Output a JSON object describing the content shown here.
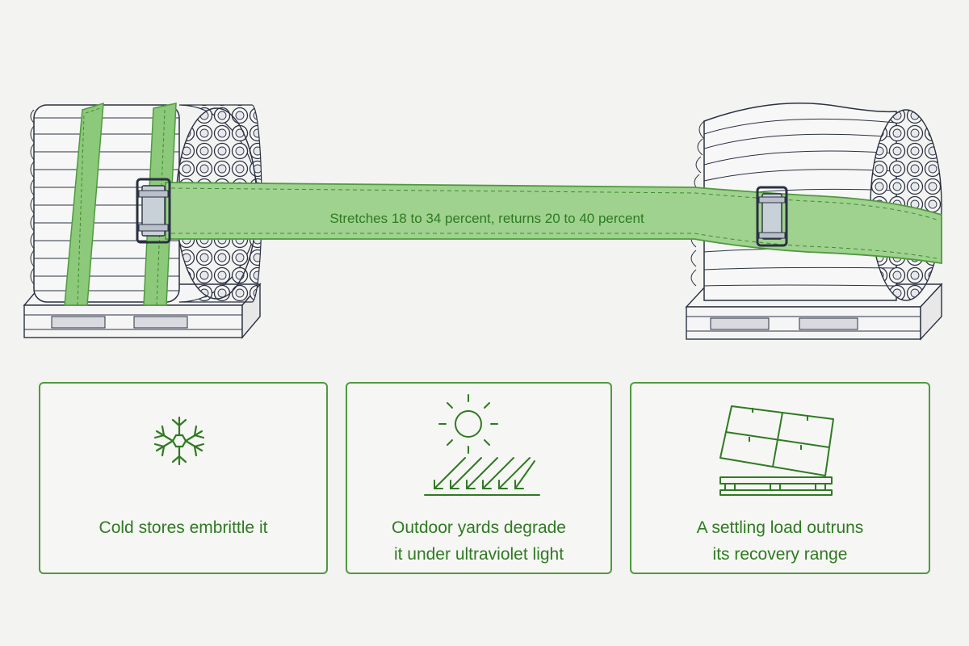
{
  "strap": {
    "label": "Stretches 18 to 34 percent, returns 20 to 40 percent",
    "color": "#8cc97b",
    "edge_color": "#4f9a3d"
  },
  "text_color": "#2f7a22",
  "cards": [
    {
      "id": "cold",
      "icon": "snowflake-icon",
      "caption": "Cold stores embrittle it"
    },
    {
      "id": "uv",
      "icon": "sun-icon",
      "caption": "Outdoor yards degrade\nit under ultraviolet light"
    },
    {
      "id": "settle",
      "icon": "shifting-load-icon",
      "caption": "A settling load outruns\nits recovery range"
    }
  ]
}
